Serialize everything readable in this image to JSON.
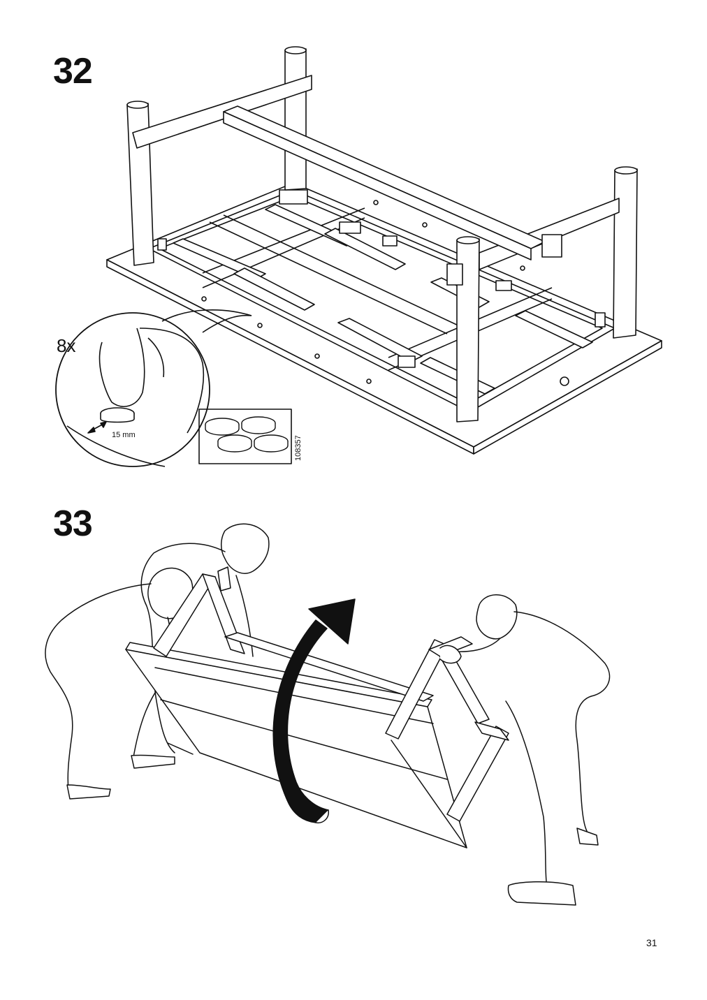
{
  "steps": [
    {
      "number": "32",
      "quantity": "8x",
      "dimension": "15 mm",
      "part_number": "108357"
    },
    {
      "number": "33"
    }
  ],
  "page_number": "31",
  "icons": [
    "felt-pad-icon",
    "rotate-arrow-icon"
  ]
}
